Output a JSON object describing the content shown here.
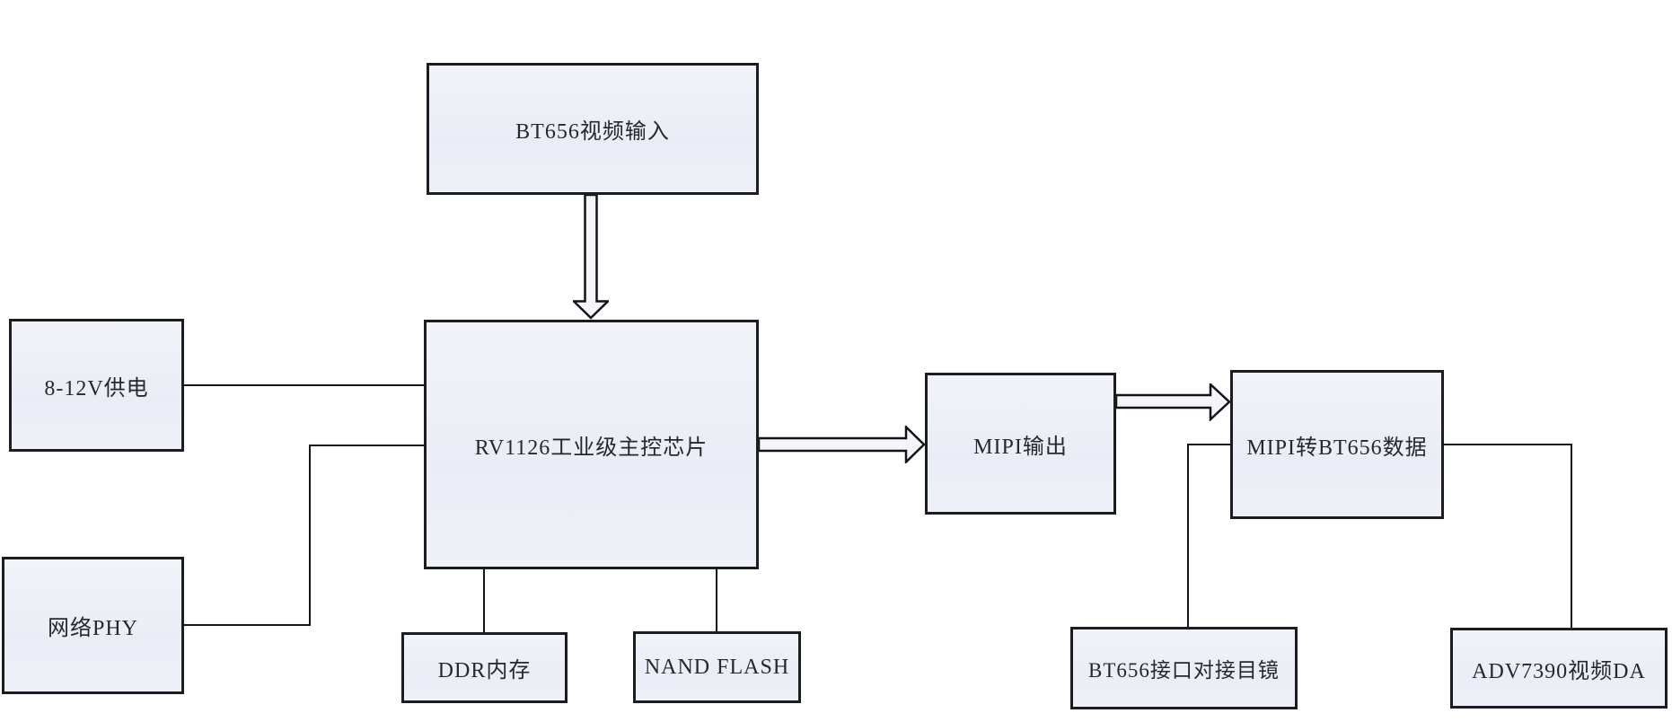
{
  "diagram": {
    "nodes": {
      "bt656_input": {
        "label": "BT656视频输入"
      },
      "main_chip": {
        "label": "RV1126工业级主控芯片"
      },
      "power": {
        "label": "8-12V供电"
      },
      "network_phy": {
        "label": "网络PHY"
      },
      "ddr": {
        "label": "DDR内存"
      },
      "nand": {
        "label": "NAND FLASH"
      },
      "mipi_out": {
        "label": "MIPI输出"
      },
      "mipi_to_bt656": {
        "label": "MIPI转BT656数据"
      },
      "bt656_eyepiece": {
        "label": "BT656接口对接目镜"
      },
      "adv7390": {
        "label": "ADV7390视频DA"
      }
    },
    "edges": [
      {
        "from": "bt656_input",
        "to": "main_chip",
        "type": "hollow-arrow"
      },
      {
        "from": "power",
        "to": "main_chip",
        "type": "line"
      },
      {
        "from": "network_phy",
        "to": "main_chip",
        "type": "line"
      },
      {
        "from": "main_chip",
        "to": "ddr",
        "type": "line"
      },
      {
        "from": "main_chip",
        "to": "nand",
        "type": "line"
      },
      {
        "from": "main_chip",
        "to": "mipi_out",
        "type": "hollow-arrow"
      },
      {
        "from": "mipi_out",
        "to": "mipi_to_bt656",
        "type": "hollow-arrow"
      },
      {
        "from": "mipi_to_bt656",
        "to": "bt656_eyepiece",
        "type": "line"
      },
      {
        "from": "mipi_to_bt656",
        "to": "adv7390",
        "type": "line"
      }
    ],
    "colors": {
      "background": "#ffffff",
      "node_fill": "#edf0f7",
      "node_border": "#1c1d21",
      "line": "#15161a",
      "arrow_fill": "#f3f5f9"
    }
  }
}
